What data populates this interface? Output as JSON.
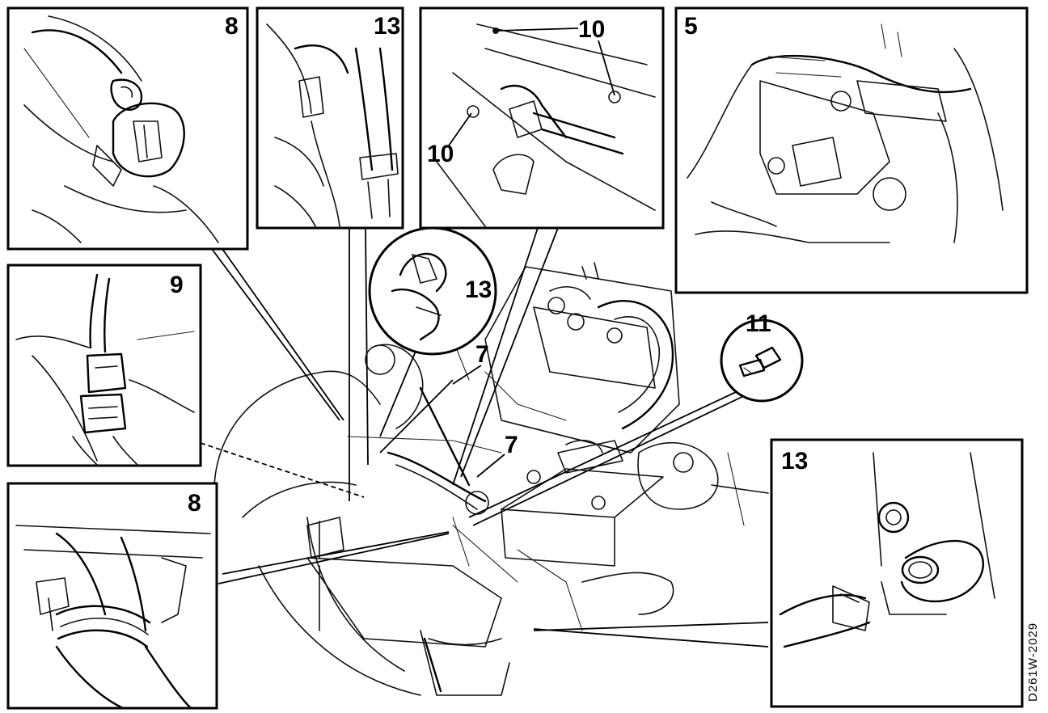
{
  "panels": {
    "top_left": {
      "label": "8"
    },
    "top_mid_left": {
      "label": "13"
    },
    "top_mid": {
      "label_a": "10",
      "label_b": "10"
    },
    "top_right": {
      "label": "5"
    },
    "mid_left": {
      "label": "9"
    },
    "bottom_left": {
      "label": "8"
    },
    "bottom_right": {
      "label": "13"
    }
  },
  "callouts": {
    "clip": "13",
    "bolt": "11",
    "hose_a": "7",
    "hose_b": "7"
  },
  "figure_ref": "D261W-2029"
}
